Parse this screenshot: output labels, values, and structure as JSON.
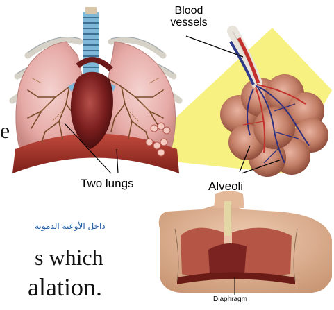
{
  "labels": {
    "blood_vessels_line1": "Blood",
    "blood_vessels_line2": "vessels",
    "two_lungs": "Two lungs",
    "alveoli": "Alveoli",
    "diaphragm": "Diaphragm"
  },
  "arabic_caption": "داخل الأوعية الدموية",
  "cropped_text": {
    "left_e": "e",
    "line1": "s which",
    "line2": "alation."
  }
}
